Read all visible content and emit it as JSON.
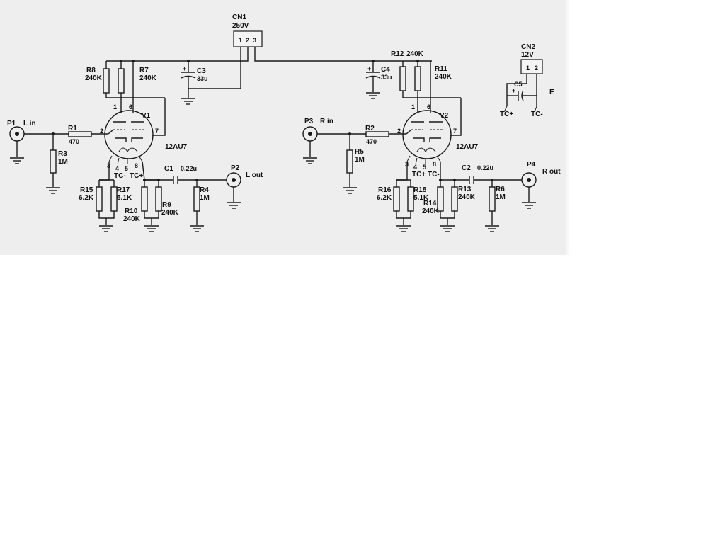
{
  "colors": {
    "background": "#eeeeee",
    "ink": "#1a1a1a"
  },
  "connectors": {
    "cn1": {
      "ref": "CN1",
      "value": "250V",
      "pins": [
        "1",
        "2",
        "3"
      ]
    },
    "cn2": {
      "ref": "CN2",
      "value": "12V",
      "pins": [
        "1",
        "2"
      ]
    }
  },
  "left": {
    "p_in": "P1",
    "in_label": "L in",
    "r1": "R1",
    "r1_val": "470",
    "r3": "R3",
    "r3_val": "1M",
    "r8": "R8",
    "r8_val": "240K",
    "r7": "R7",
    "r7_val": "240K",
    "c3": "C3",
    "c3_val": "33u",
    "tube": "V1",
    "tube_type": "12AU7",
    "pin1": "1",
    "pin6": "6",
    "pin2": "2",
    "pin7": "7",
    "pin3": "3",
    "pin4": "4",
    "pin5": "5",
    "pin8": "8",
    "tc_a": "TC-",
    "tc_b": "TC+",
    "c1": "C1",
    "c1_val": "0.22u",
    "p_out": "P2",
    "out_label": "L out",
    "r4": "R4",
    "r4_val": "1M",
    "r15": "R15",
    "r15_val": "6.2K",
    "r17": "R17",
    "r17_val": "5.1K",
    "r10": "R10",
    "r10_val": "240K",
    "r9": "R9",
    "r9_val": "240K"
  },
  "right": {
    "p_in": "P3",
    "in_label": "R in",
    "r2": "R2",
    "r2_val": "470",
    "r5": "R5",
    "r5_val": "1M",
    "r12": "R12",
    "r12_val": "240K",
    "r11": "R11",
    "r11_val": "240K",
    "c4": "C4",
    "c4_val": "33u",
    "tube": "V2",
    "tube_type": "12AU7",
    "pin1": "1",
    "pin6": "6",
    "pin2": "2",
    "pin7": "7",
    "pin3": "3",
    "pin4": "4",
    "pin5": "5",
    "pin8": "8",
    "tc_a": "TC+",
    "tc_b": "TC-",
    "c2": "C2",
    "c2_val": "0.22u",
    "p_out": "P4",
    "out_label": "R out",
    "r6": "R6",
    "r6_val": "1M",
    "r16": "R16",
    "r16_val": "6.2K",
    "r18": "R18",
    "r18_val": "5.1K",
    "r14": "R14",
    "r14_val": "240K",
    "r13": "R13",
    "r13_val": "240K"
  },
  "heater": {
    "c5": "C5",
    "e_label": "E",
    "tc_plus": "TC+",
    "tc_minus": "TC-"
  }
}
